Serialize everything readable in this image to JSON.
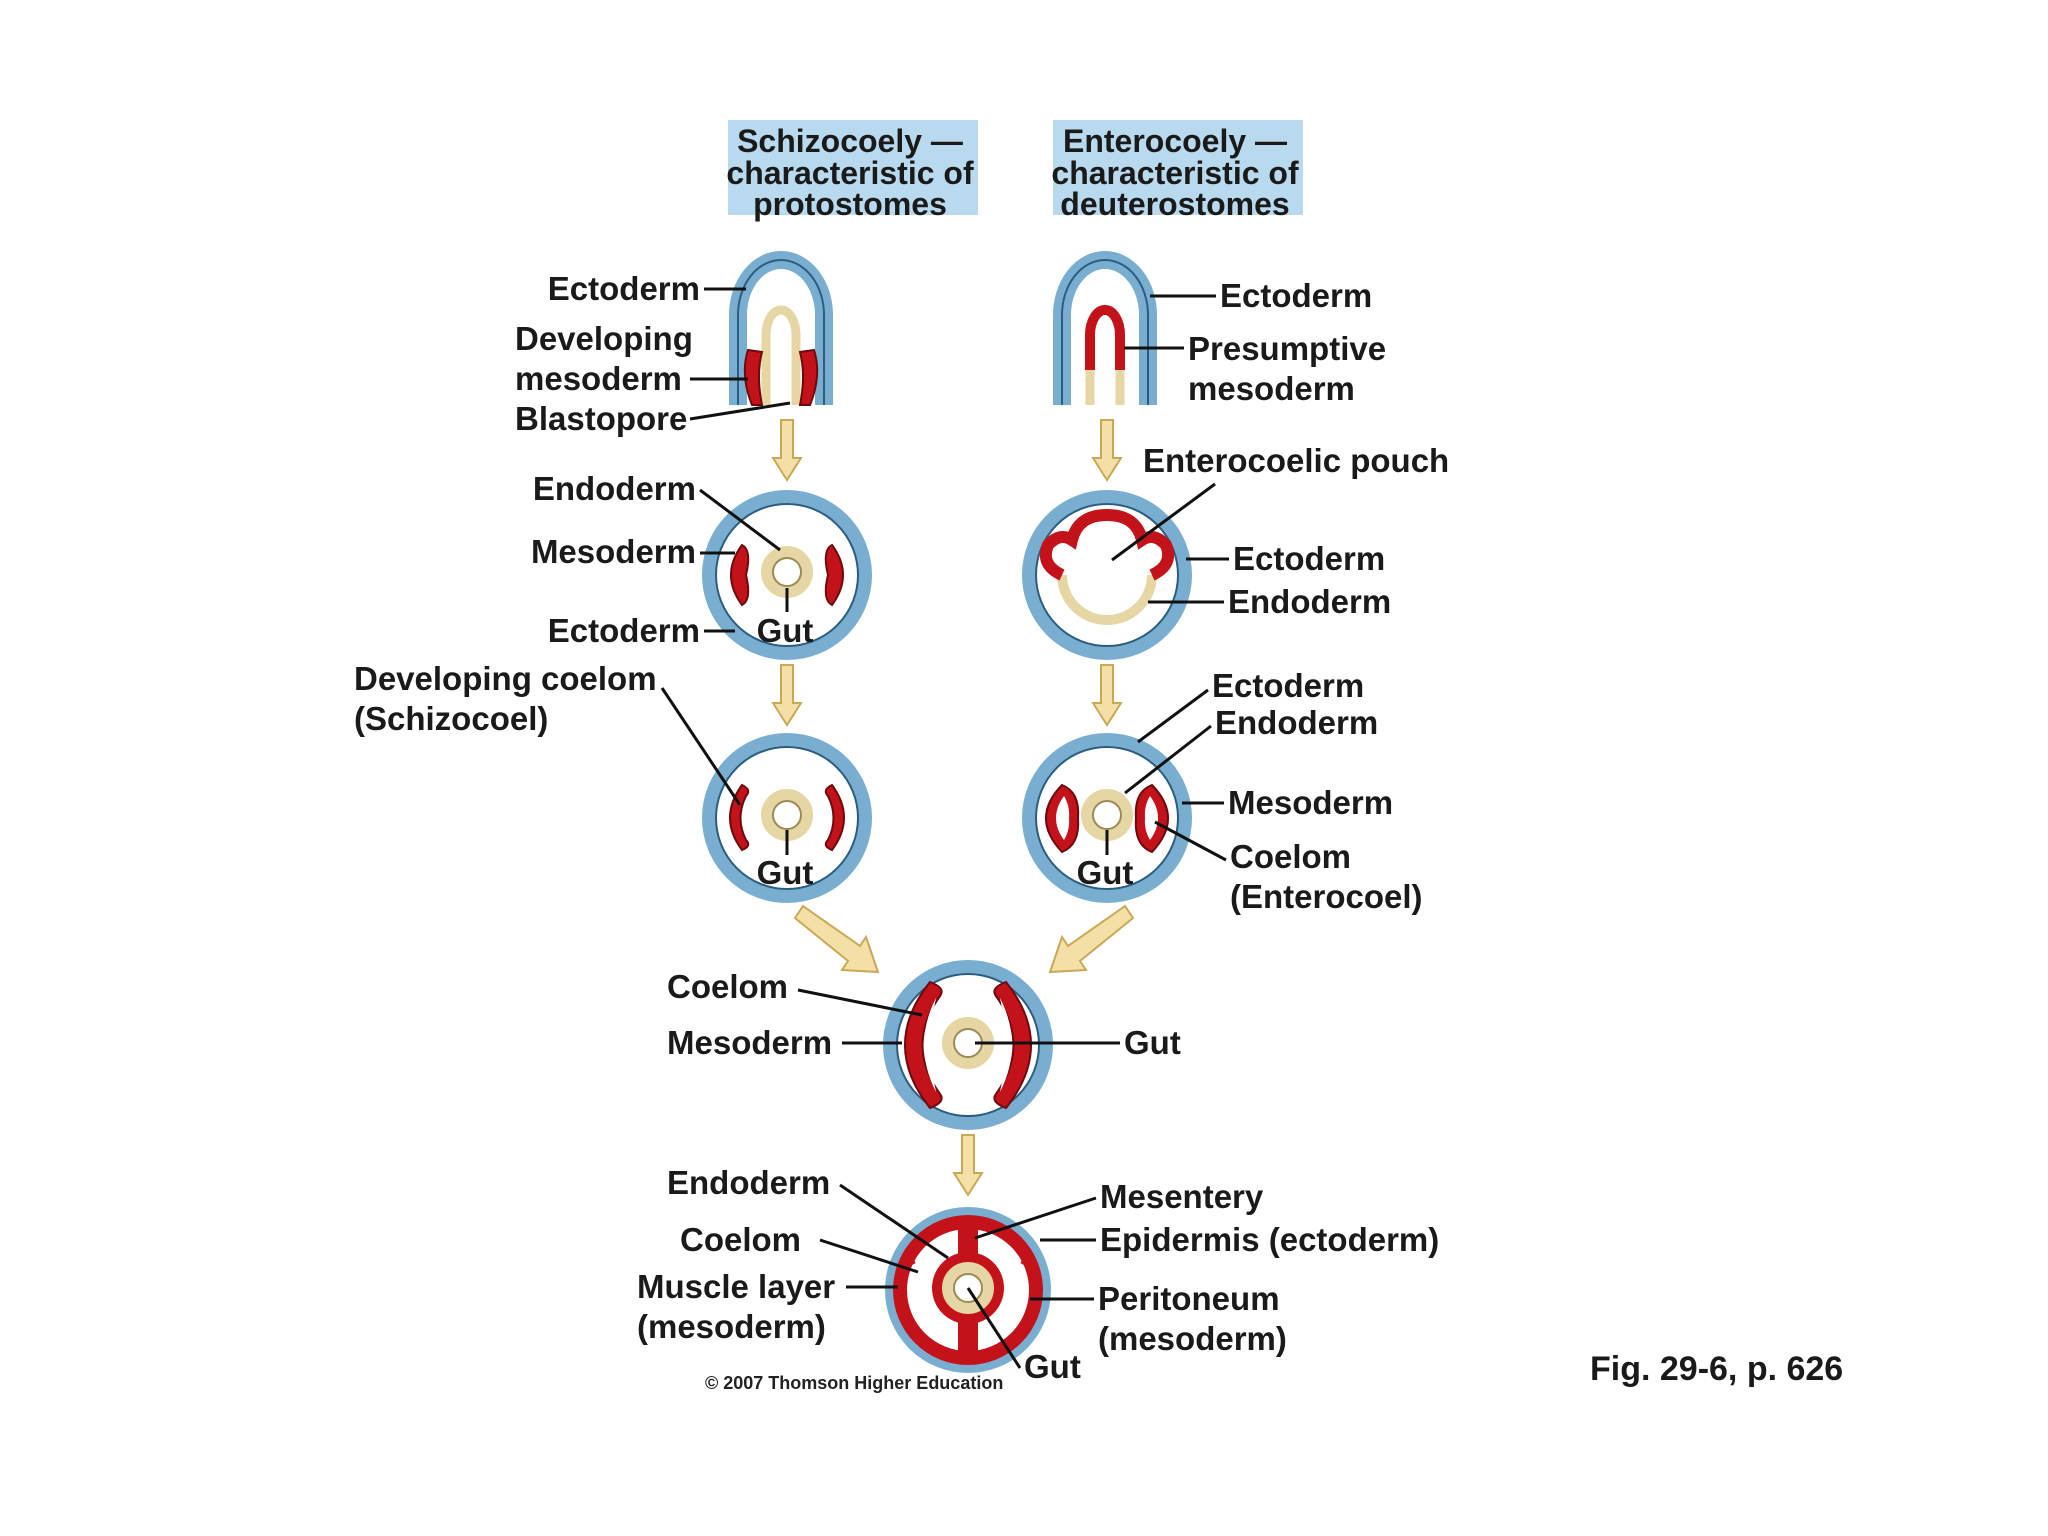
{
  "headers": {
    "left": [
      "Schizocoely —",
      "characteristic of",
      "protostomes"
    ],
    "right": [
      "Enterocoely —",
      "characteristic of",
      "deuterostomes"
    ],
    "fill_color": "#b9d9ee"
  },
  "left_column": {
    "stage1": {
      "ectoderm": "Ectoderm",
      "developing_mesoderm_1": "Developing",
      "developing_mesoderm_2": "mesoderm",
      "blastopore": "Blastopore"
    },
    "stage2": {
      "endoderm": "Endoderm",
      "mesoderm": "Mesoderm",
      "ectoderm": "Ectoderm",
      "gut": "Gut"
    },
    "stage3": {
      "developing_coelom_1": "Developing coelom",
      "developing_coelom_2": "(Schizocoel)",
      "gut": "Gut"
    }
  },
  "right_column": {
    "stage1": {
      "ectoderm": "Ectoderm",
      "presumptive_1": "Presumptive",
      "presumptive_2": "mesoderm"
    },
    "stage2": {
      "pouch": "Enterocoelic pouch",
      "ectoderm": "Ectoderm",
      "endoderm": "Endoderm"
    },
    "stage3": {
      "ectoderm": "Ectoderm",
      "endoderm": "Endoderm",
      "mesoderm": "Mesoderm",
      "coelom_1": "Coelom",
      "coelom_2": "(Enterocoel)",
      "gut": "Gut"
    }
  },
  "merged": {
    "coelom": "Coelom",
    "mesoderm": "Mesoderm",
    "gut": "Gut"
  },
  "final": {
    "endoderm": "Endoderm",
    "coelom": "Coelom",
    "muscle_1": "Muscle layer",
    "muscle_2": "(mesoderm)",
    "mesentery": "Mesentery",
    "epidermis": "Epidermis (ectoderm)",
    "peritoneum_1": "Peritoneum",
    "peritoneum_2": "(mesoderm)",
    "gut": "Gut"
  },
  "copyright": "© 2007 Thomson Higher Education",
  "figure_ref": "Fig. 29-6, p. 626",
  "colors": {
    "ectoderm": "#7aaed0",
    "mesoderm": "#c4121a",
    "endoderm": "#e6d6a3",
    "arrow": "#f4e0a6"
  }
}
